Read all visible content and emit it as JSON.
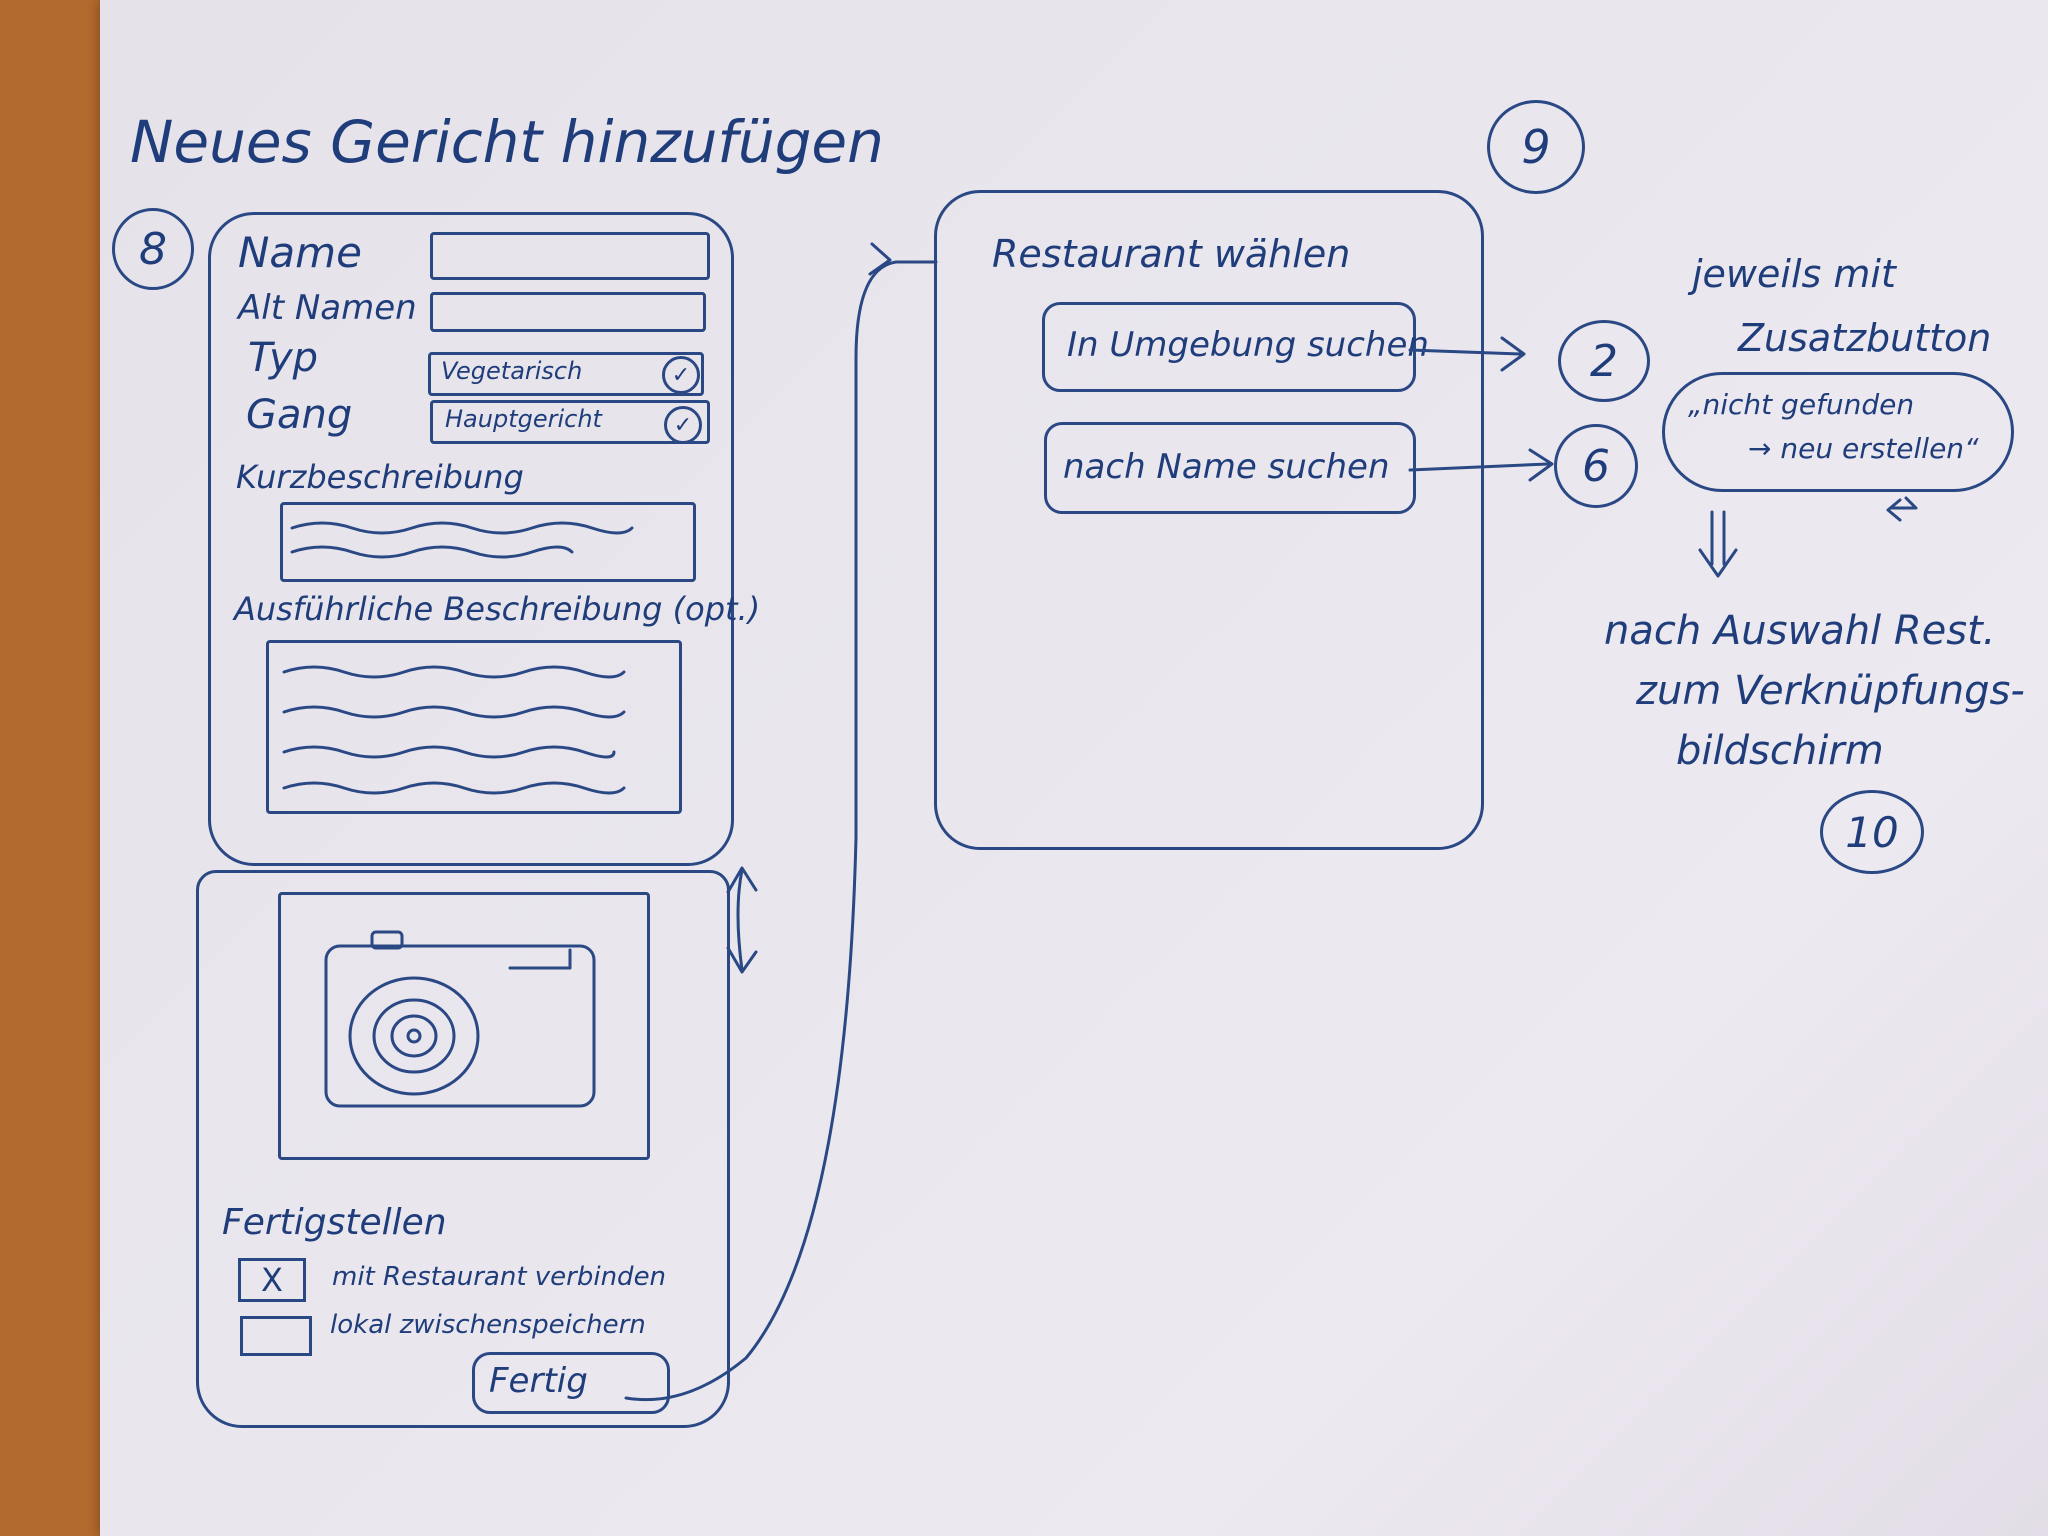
{
  "page_title": "Neues Gericht hinzufügen",
  "screen_numbers": {
    "form": "8",
    "restaurant": "9",
    "nearby_target": "2",
    "name_target": "6",
    "link_target": "10"
  },
  "form": {
    "fields": [
      {
        "label": "Name",
        "value": ""
      },
      {
        "label": "Alt Namen",
        "value": ""
      },
      {
        "label": "Typ",
        "value": "Vegetarisch"
      },
      {
        "label": "Gang",
        "value": "Hauptgericht"
      }
    ],
    "short_desc_label": "Kurzbeschreibung",
    "long_desc_label": "Ausführliche Beschreibung (opt.)",
    "finish_heading": "Fertigstellen",
    "checkbox_restaurant": {
      "label": "mit Restaurant verbinden",
      "checked": true,
      "mark": "X"
    },
    "checkbox_local": {
      "label": "lokal zwischenspeichern",
      "checked": false,
      "mark": ""
    },
    "finish_button": "Fertig",
    "camera_icon": "camera-icon",
    "scroll_icon": "scroll-arrows-icon"
  },
  "restaurant": {
    "title": "Restaurant wählen",
    "nearby_button": "In Umgebung suchen",
    "name_button": "nach Name suchen"
  },
  "notes": {
    "line1": "jeweils mit",
    "line2": "Zusatzbutton",
    "quote1": "„nicht gefunden",
    "quote2": "→ neu erstellen“",
    "after1": "nach Auswahl Rest.",
    "after2": "zum Verknüpfungs-",
    "after3": "bildschirm"
  },
  "colors": {
    "ink": "#1f3d7a",
    "paper": "#e9e6ee",
    "table": "#b36a2e"
  }
}
